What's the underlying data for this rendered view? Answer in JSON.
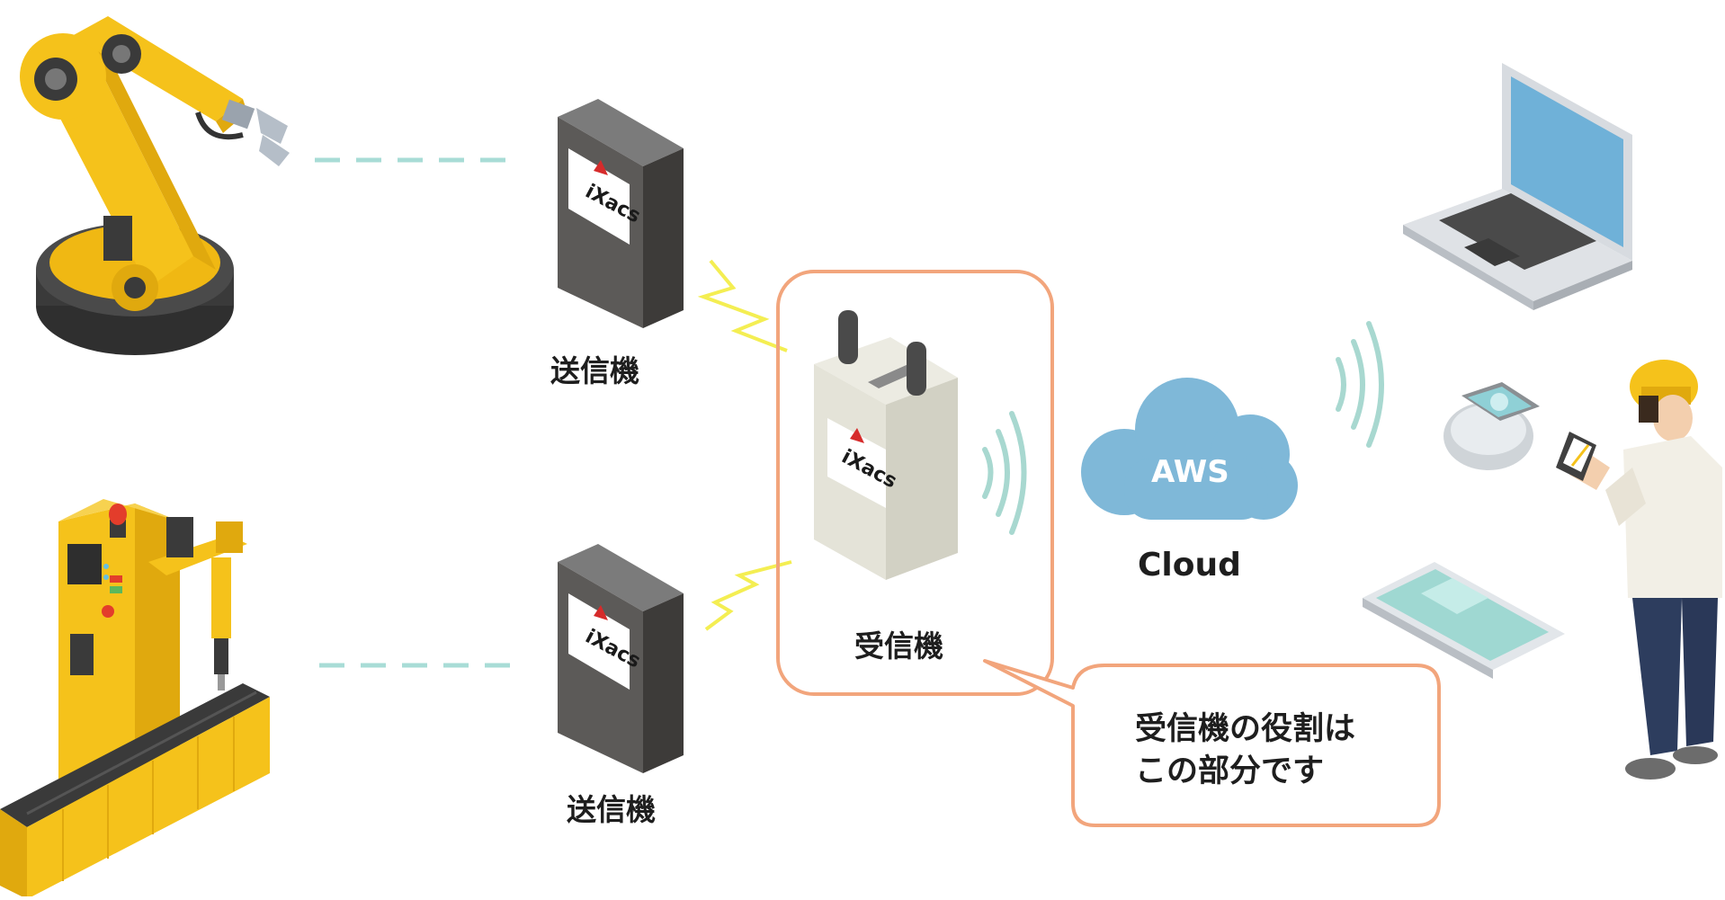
{
  "transmitters": [
    {
      "label": "送信機",
      "logo": "iXacs"
    },
    {
      "label": "送信機",
      "logo": "iXacs"
    }
  ],
  "receiver": {
    "label": "受信機",
    "logo": "iXacs"
  },
  "cloud": {
    "service": "AWS",
    "label": "Cloud"
  },
  "callout": {
    "line1": "受信機の役割は",
    "line2": "この部分です"
  },
  "colors": {
    "robot_yellow": "#f5c21b",
    "dark_base": "#3a3a3a",
    "dashed_link": "#a8dcd6",
    "lightning": "#f4ee52",
    "highlight_border": "#f2a57c",
    "cloud": "#7fb8d8",
    "waves": "#a8d8d0"
  },
  "icons": [
    "robot-arm-icon",
    "conveyor-machine-icon",
    "transmitter-box-icon",
    "receiver-device-icon",
    "cloud-icon",
    "laptop-icon",
    "smartwatch-icon",
    "tablet-icon",
    "worker-icon",
    "wifi-waves-icon",
    "lightning-signal-icon"
  ]
}
